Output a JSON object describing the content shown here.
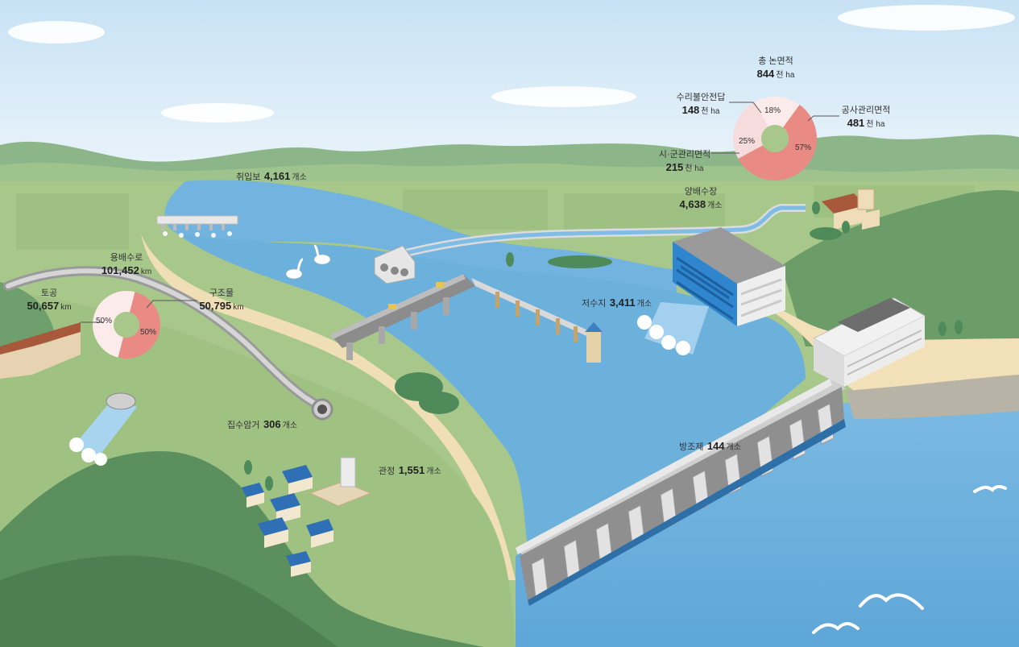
{
  "colors": {
    "sky_top": "#cfe6f6",
    "sky_bottom": "#e9f4fb",
    "water": "#6fb2de",
    "water_light": "#8ec6ea",
    "field": "#a9c98c",
    "field_dark": "#8db474",
    "mountain": "#7ea97f",
    "forest": "#4f8a5b",
    "sand": "#f2e2bd",
    "donut_pink": "#e98a84",
    "donut_light": "#f6dcdc",
    "donut_mid": "#f2c0bd"
  },
  "top_donut": {
    "title": "총 논면적",
    "total_value": "844",
    "total_unit": "천 ha",
    "segments": [
      {
        "name": "공사관리면적",
        "value": "481",
        "unit": "천 ha",
        "percent": 57,
        "pct_label": "57%",
        "color": "#e98a84"
      },
      {
        "name": "시·군관리면적",
        "value": "215",
        "unit": "천 ha",
        "percent": 25,
        "pct_label": "25%",
        "color": "#f6dcdc"
      },
      {
        "name": "수리불안전답",
        "value": "148",
        "unit": "천 ha",
        "percent": 18,
        "pct_label": "18%",
        "color": "#fbeceb"
      }
    ]
  },
  "left_donut": {
    "title": "용배수로",
    "total_value": "101,452",
    "total_unit": "km",
    "segments": [
      {
        "name": "구조물",
        "value": "50,795",
        "unit": "km",
        "percent": 50,
        "pct_label": "50%",
        "color": "#e98a84"
      },
      {
        "name": "토공",
        "value": "50,657",
        "unit": "km",
        "percent": 50,
        "pct_label": "50%",
        "color": "#fbeceb"
      }
    ]
  },
  "facilities": {
    "intake": {
      "name": "취입보",
      "count": "4,161",
      "unit": "개소"
    },
    "pump": {
      "name": "양배수장",
      "count": "4,638",
      "unit": "개소"
    },
    "reservoir": {
      "name": "저수지",
      "count": "3,411",
      "unit": "개소"
    },
    "conduit": {
      "name": "집수암거",
      "count": "306",
      "unit": "개소"
    },
    "well": {
      "name": "관정",
      "count": "1,551",
      "unit": "개소"
    },
    "tide": {
      "name": "방조제",
      "count": "144",
      "unit": "개소"
    }
  }
}
